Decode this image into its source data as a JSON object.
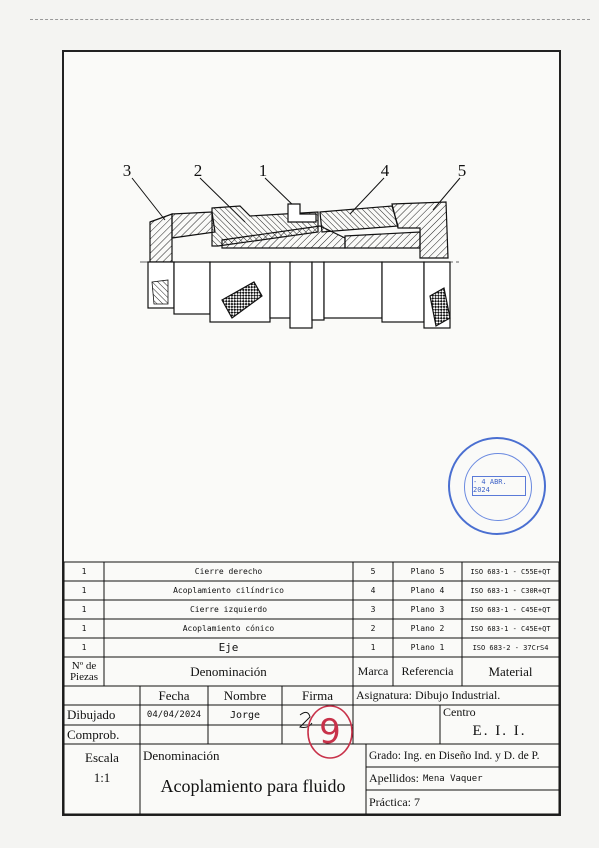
{
  "callouts": [
    "3",
    "2",
    "1",
    "4",
    "5"
  ],
  "parts": [
    {
      "qty": "1",
      "name": "Cierre derecho",
      "mark": "5",
      "ref": "Plano 5",
      "material": "ISO 683-1 - C55E+QT"
    },
    {
      "qty": "1",
      "name": "Acoplamiento cilíndrico",
      "mark": "4",
      "ref": "Plano 4",
      "material": "ISO 683-1 - C30R+QT"
    },
    {
      "qty": "1",
      "name": "Cierre izquierdo",
      "mark": "3",
      "ref": "Plano 3",
      "material": "ISO 683-1 - C45E+QT"
    },
    {
      "qty": "1",
      "name": "Acoplamiento cónico",
      "mark": "2",
      "ref": "Plano 2",
      "material": "ISO 683-1 - C45E+QT"
    },
    {
      "qty": "1",
      "name": "Eje",
      "mark": "1",
      "ref": "Plano 1",
      "material": "ISO 683-2 - 37CrS4"
    }
  ],
  "headers": {
    "qty": "Nº de Piezas",
    "name": "Denominación",
    "mark": "Marca",
    "ref": "Referencia",
    "material": "Material"
  },
  "title": {
    "fecha": "Fecha",
    "nombre": "Nombre",
    "firma": "Firma",
    "dibujado": "Dibujado",
    "dibujado_fecha": "04/04/2024",
    "dibujado_nombre": "Jorge",
    "comprob": "Comprob.",
    "asignatura": "Asignatura: Dibujo Industrial.",
    "centro_label": "Centro",
    "centro": "E. I. I.",
    "escala_label": "Escala",
    "escala": "1:1",
    "denominacion_label": "Denominación",
    "denominacion": "Acoplamiento para fluido",
    "grado": "Grado: Ing. en Diseño Ind. y D. de P.",
    "apellidos_label": "Apellidos:",
    "apellidos": "Mena Vaquer",
    "practica": "Práctica: 7",
    "grade": "9"
  },
  "stamp": {
    "date": "- 4 ABR. 2024"
  },
  "colors": {
    "ink": "#111111",
    "stamp": "#3f63c8",
    "grade": "#c8324a"
  }
}
